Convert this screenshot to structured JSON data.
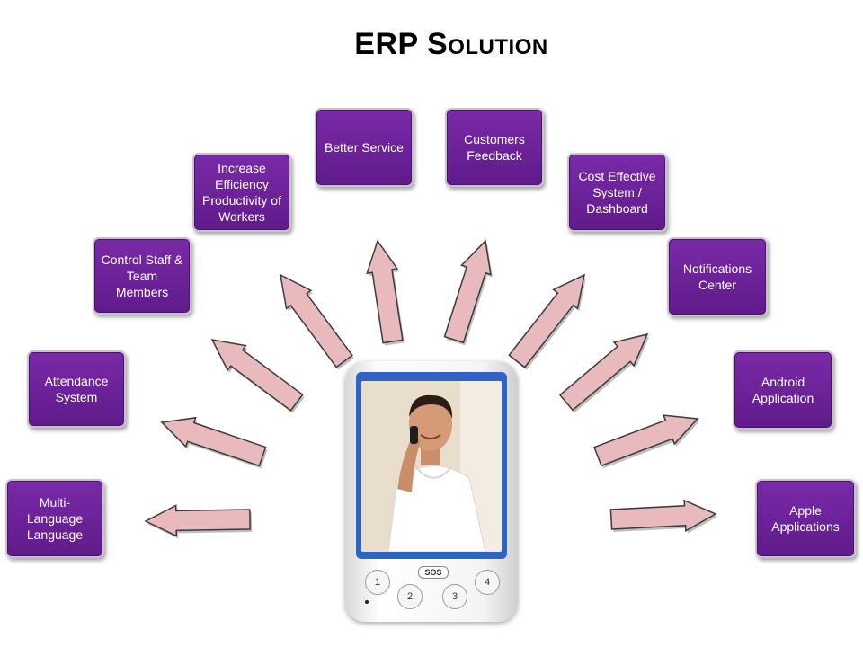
{
  "title": "ERP Solution",
  "features": [
    {
      "id": "multi-language",
      "label": "Multi-\nLanguage\nLanguage"
    },
    {
      "id": "attendance",
      "label": "Attendance\nSystem"
    },
    {
      "id": "control-staff",
      "label": "Control Staff &\nTeam\nMembers"
    },
    {
      "id": "increase-efficiency",
      "label": "Increase\nEfficiency\nProductivity of\nWorkers"
    },
    {
      "id": "better-service",
      "label": "Better Service"
    },
    {
      "id": "customers-feedback",
      "label": "Customers\nFeedback"
    },
    {
      "id": "cost-effective",
      "label": "Cost Effective\nSystem /\nDashboard"
    },
    {
      "id": "notifications",
      "label": "Notifications\nCenter"
    },
    {
      "id": "android",
      "label": "Android\nApplication"
    },
    {
      "id": "apple",
      "label": "Apple\nApplications"
    }
  ],
  "phone": {
    "sos_label": "SOS",
    "keys": [
      "1",
      "2",
      "3",
      "4"
    ]
  },
  "colors": {
    "box_fill": "#6a1f96",
    "arrow_fill": "#e8b9bd",
    "screen_frame": "#2f64c4"
  }
}
